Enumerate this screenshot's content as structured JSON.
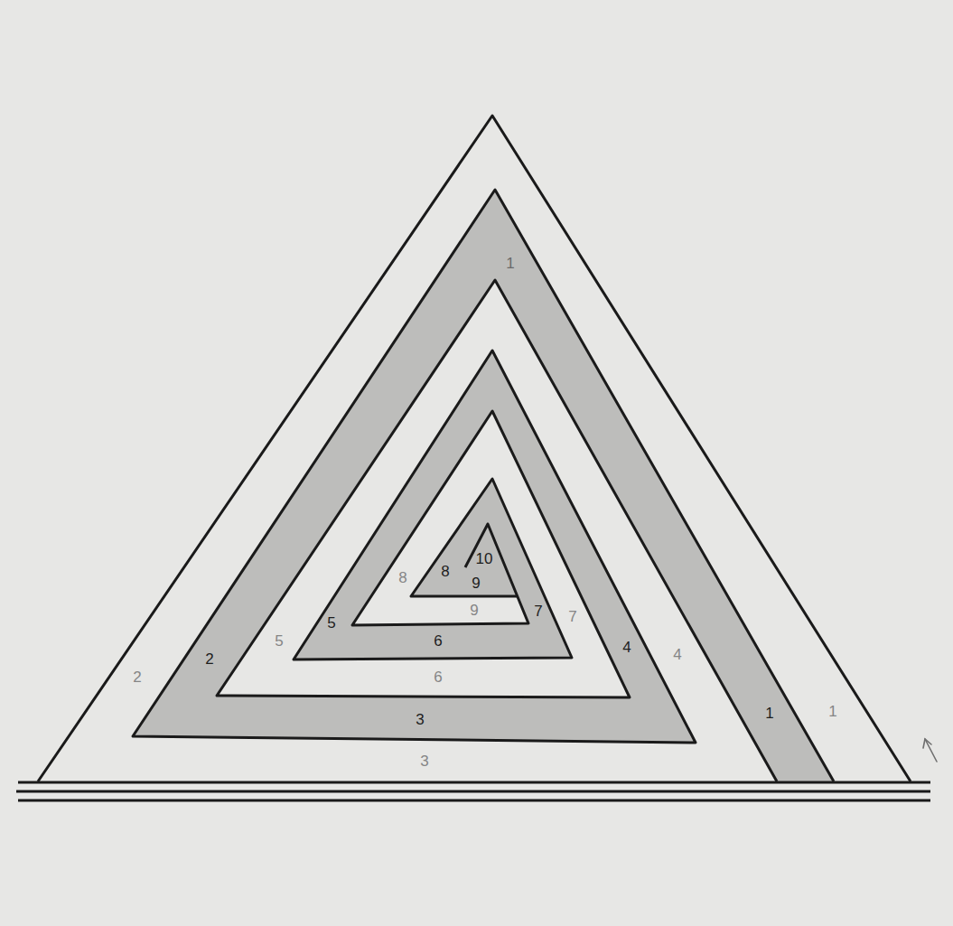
{
  "diagram": {
    "labels": [
      "1",
      "1",
      "1",
      "2",
      "2",
      "3",
      "3",
      "4",
      "4",
      "5",
      "5",
      "6",
      "6",
      "7",
      "7",
      "8",
      "8",
      "9",
      "9",
      "10"
    ]
  }
}
